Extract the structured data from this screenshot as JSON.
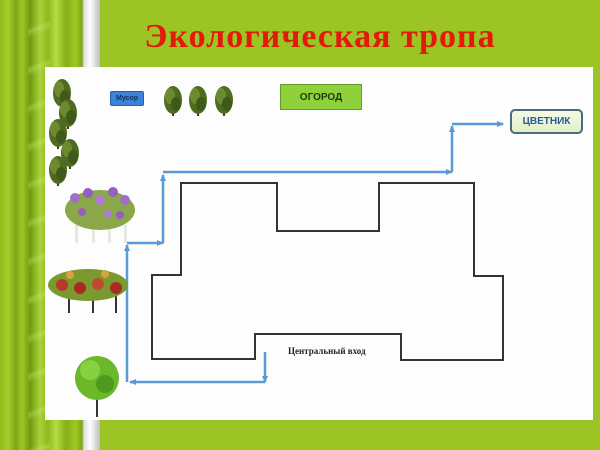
{
  "title": "Экологическая  тропа",
  "labels": {
    "trash": "Мусор",
    "garden": "ОГОРОД",
    "flower_bed": "ЦВЕТНИК",
    "main_entrance": "Центральный вход"
  },
  "colors": {
    "background": "#9bc424",
    "title": "#e31a0a",
    "path": "#5b9bd5",
    "building_outline": "#333333",
    "panel": "#fdfdfd"
  },
  "icons": [
    "tree-icon",
    "lilac-bush-icon",
    "red-flower-bush-icon",
    "round-tree-icon"
  ]
}
